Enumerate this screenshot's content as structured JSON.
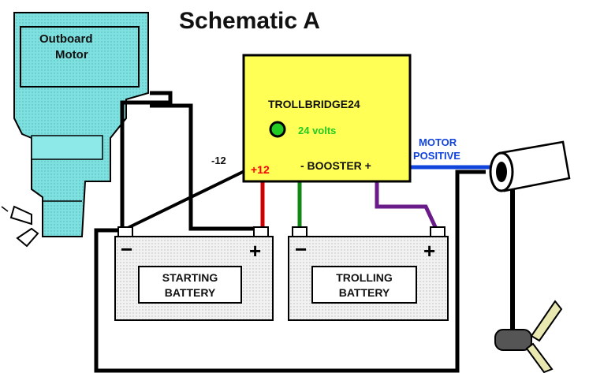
{
  "title": "Schematic A",
  "outboard": {
    "line1": "Outboard",
    "line2": "Motor"
  },
  "controller": {
    "name": "TROLLBRIDGE24",
    "indicator": "24 volts",
    "plus12": "+12",
    "booster": "- BOOSTER +"
  },
  "wire_labels": {
    "minus12": "-12",
    "motor1": "MOTOR",
    "motor2": "POSITIVE"
  },
  "batteries": [
    {
      "line1": "STARTING",
      "line2": "BATTERY",
      "neg": "−",
      "pos": "+"
    },
    {
      "line1": "TROLLING",
      "line2": "BATTERY",
      "neg": "−",
      "pos": "+"
    }
  ],
  "colors": {
    "motor": "#7fe0e0",
    "controller": "#ffff55",
    "led": "#22cc22",
    "led_text": "#22cc22",
    "plus12": "#ff0000",
    "wire_red": "#cc0000",
    "wire_green": "#118811",
    "wire_purple": "#6a1b8a",
    "wire_blue": "#1144dd",
    "motor_label": "#1144dd"
  }
}
